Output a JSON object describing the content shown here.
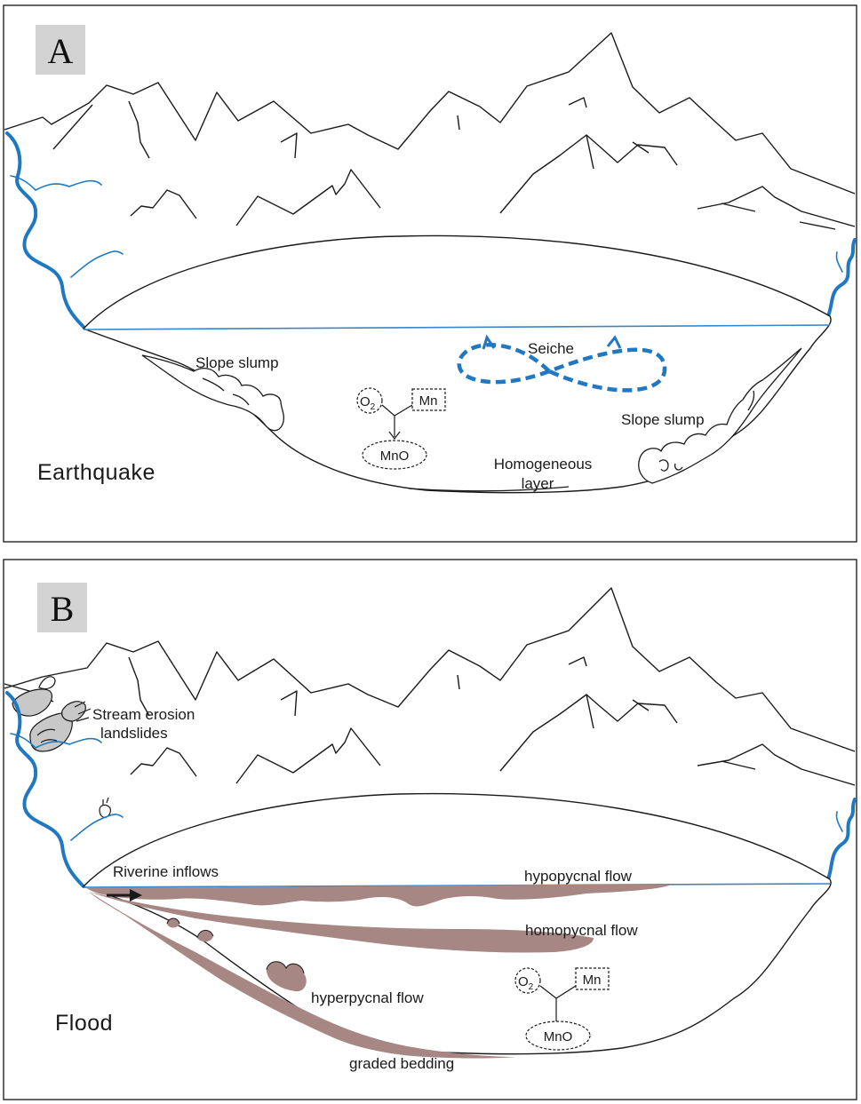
{
  "panels": [
    {
      "letter": "A",
      "event": "Earthquake",
      "labels": {
        "slump_left": "Slope slump",
        "seiche": "Seiche",
        "slump_right": "Slope slump",
        "homogeneous_1": "Homogeneous",
        "homogeneous_2": "layer",
        "o2": "O",
        "o2_sub": "2",
        "mn": "Mn",
        "mno": "MnO"
      }
    },
    {
      "letter": "B",
      "event": "Flood",
      "labels": {
        "stream_1": "Stream erosion",
        "stream_2": "landslides",
        "riverine": "Riverine inflows",
        "hypopycnal": "hypopycnal flow",
        "homopycnal": "homopycnal flow",
        "hyperpycnal": "hyperpycnal flow",
        "graded": "graded bedding",
        "o2": "O",
        "o2_sub": "2",
        "mn": "Mn",
        "mno": "MnO"
      }
    }
  ],
  "colors": {
    "water_line": "#3a86c8",
    "river": "#1f78c1",
    "seiche": "#1f78c1",
    "sediment": "#a68784",
    "label_box": "#d3d3d3",
    "outline": "#1a1a1a"
  }
}
